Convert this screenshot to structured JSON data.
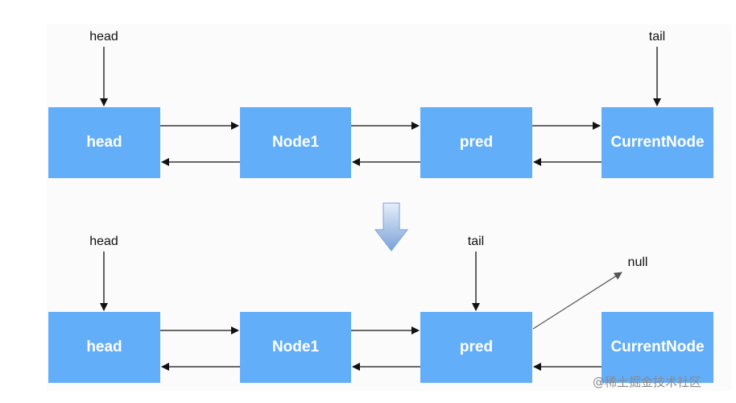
{
  "top_row": {
    "nodes": [
      "head",
      "Node1",
      "pred",
      "CurrentNode"
    ],
    "pointers": {
      "head": "head",
      "tail": "tail"
    }
  },
  "bottom_row": {
    "nodes": [
      "head",
      "Node1",
      "pred",
      "CurrentNode"
    ],
    "pointers": {
      "head": "head",
      "tail": "tail",
      "null": "null"
    }
  },
  "watermark": "@稀土掘金技术社区",
  "colors": {
    "node_fill": "#62aef9",
    "node_text": "#ffffff",
    "arrow": "#111111",
    "transition_arrow": "#8fb3e0"
  }
}
